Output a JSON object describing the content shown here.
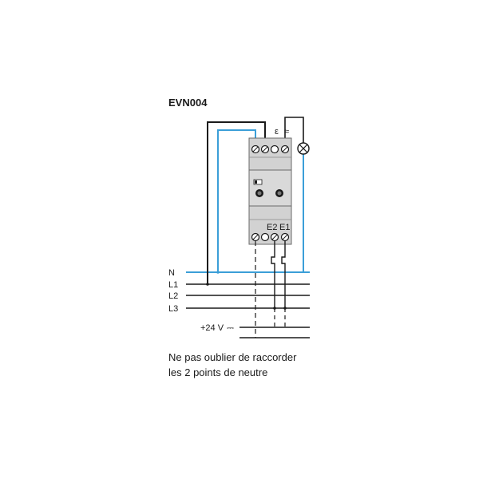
{
  "title": "EVN004",
  "terminal_marks": {
    "left": "ε",
    "right": "≈"
  },
  "module_labels": {
    "e2": "E2",
    "e1": "E1"
  },
  "lines": [
    {
      "label": "N"
    },
    {
      "label": "L1"
    },
    {
      "label": "L2"
    },
    {
      "label": "L3"
    }
  ],
  "supply_label": "+24 V",
  "supply_dc_symbol": "⎓",
  "note": {
    "line1": "Ne pas oublier de raccorder",
    "line2": "les 2 points de neutre"
  },
  "colors": {
    "wire_black": "#1a1a1a",
    "wire_blue": "#3b9fd8",
    "module_body": "#d2d2d2",
    "module_outline": "#6a6a6a"
  }
}
